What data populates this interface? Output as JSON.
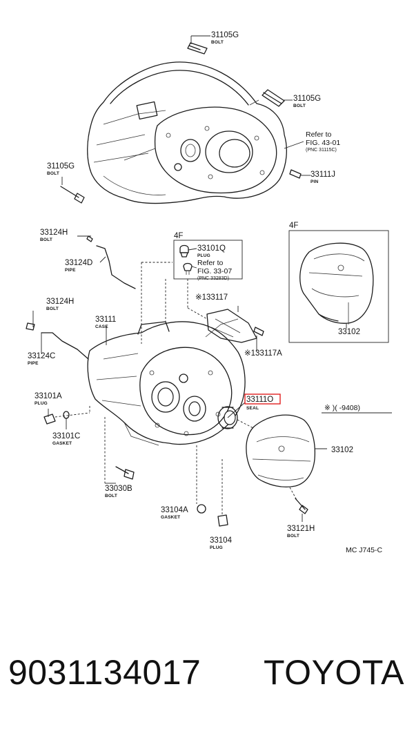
{
  "labels": {
    "l_31105g_top": {
      "pn": "31105G",
      "desc": "BOLT"
    },
    "l_31105g_right": {
      "pn": "31105G",
      "desc": "BOLT"
    },
    "l_31105g_left": {
      "pn": "31105G",
      "desc": "BOLT"
    },
    "l_33111j": {
      "pn": "33111J",
      "desc": "PIN"
    },
    "l_33124h_top": {
      "pn": "33124H",
      "desc": "BOLT"
    },
    "l_33124d": {
      "pn": "33124D",
      "desc": "PIPE"
    },
    "l_33124h_mid": {
      "pn": "33124H",
      "desc": "BOLT"
    },
    "l_33124c": {
      "pn": "33124C",
      "desc": "PIPE"
    },
    "l_33111": {
      "pn": "33111",
      "desc": "CASE"
    },
    "l_33101a": {
      "pn": "33101A",
      "desc": "PLUG"
    },
    "l_33101c": {
      "pn": "33101C",
      "desc": "GASKET"
    },
    "l_33030b": {
      "pn": "33030B",
      "desc": "BOLT"
    },
    "l_33104a": {
      "pn": "33104A",
      "desc": "GASKET"
    },
    "l_33104": {
      "pn": "33104",
      "desc": "PLUG"
    },
    "l_33121h": {
      "pn": "33121H",
      "desc": "BOLT"
    },
    "l_33102_lower": {
      "pn": "33102",
      "desc": ""
    },
    "l_33102_inset": {
      "pn": "33102",
      "desc": ""
    },
    "l_133117": {
      "pn": "※133117",
      "desc": ""
    },
    "l_133117a": {
      "pn": "※133117A",
      "desc": ""
    },
    "l_33111o": {
      "pn": "33111O",
      "desc": "SEAL"
    },
    "l_33101q": {
      "pn": "33101Q",
      "desc": "PLUG"
    }
  },
  "refs": {
    "ref_fig_43": {
      "line1": "Refer to",
      "line2": "FIG. 43-01",
      "line3": "(PNC 31115C)"
    },
    "ref_fig_33": {
      "line1": "Refer to",
      "line2": "FIG. 33-07",
      "line3": "(PNC 33283D)"
    }
  },
  "box_tags": {
    "box_4f": "4F",
    "inset_4f": "4F"
  },
  "note": "※ )(      -9408)",
  "diagram_code": "MC J745-C",
  "highlight_color": "#e02020",
  "footer": {
    "part_number": "9031134017",
    "brand": "TOYOTA"
  }
}
